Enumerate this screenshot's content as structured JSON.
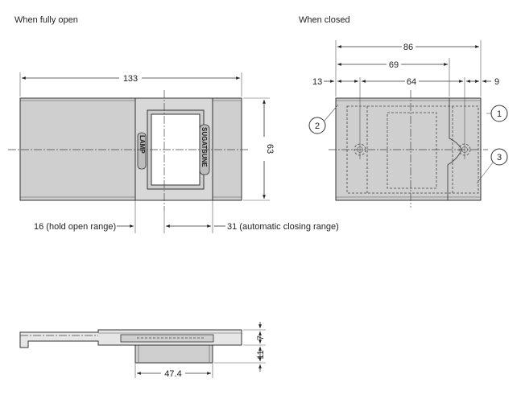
{
  "views": {
    "open_title": "When fully open",
    "closed_title": "When closed"
  },
  "dimensions": {
    "open_width": "133",
    "open_height": "63",
    "hold_open_range": "16 (hold open range)",
    "auto_closing_range": "31 (automatic closing range)",
    "closed_total": "86",
    "closed_inner": "69",
    "closed_pitch": "64",
    "closed_left_offset": "13",
    "closed_right_offset": "9",
    "side_height_top": "7",
    "side_height_bottom": "11",
    "side_width": "47.4"
  },
  "callouts": [
    "1",
    "2",
    "3"
  ],
  "brand_mark": "LAMP",
  "brand_text": "SUGATSUNE"
}
